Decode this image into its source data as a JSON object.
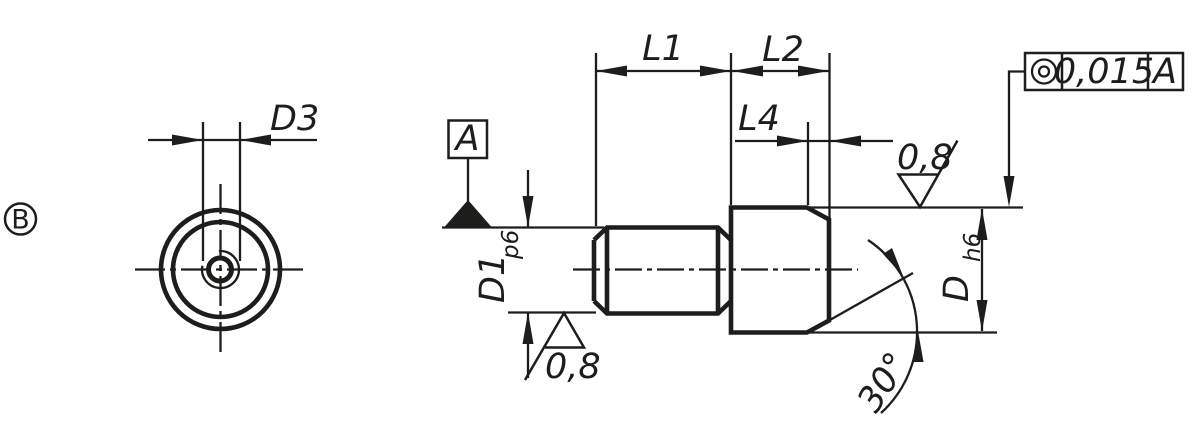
{
  "drawing": {
    "background": "#ffffff",
    "line_color": "#1d1d1b",
    "front_view": {
      "view_label": "B",
      "d3_label": "D3"
    },
    "side_view": {
      "l1_label": "L1",
      "l2_label": "L2",
      "l4_label": "L4",
      "d1_label": "D1",
      "d1_fit": "p6",
      "d_label": "D",
      "d_fit": "h6",
      "angle_label": "30°",
      "roughness_top": "0,8",
      "roughness_bottom": "0,8",
      "datum_label": "A",
      "tolerance_frame": {
        "symbol": "concentricity",
        "value": "0,015",
        "datum_ref": "A"
      }
    }
  }
}
